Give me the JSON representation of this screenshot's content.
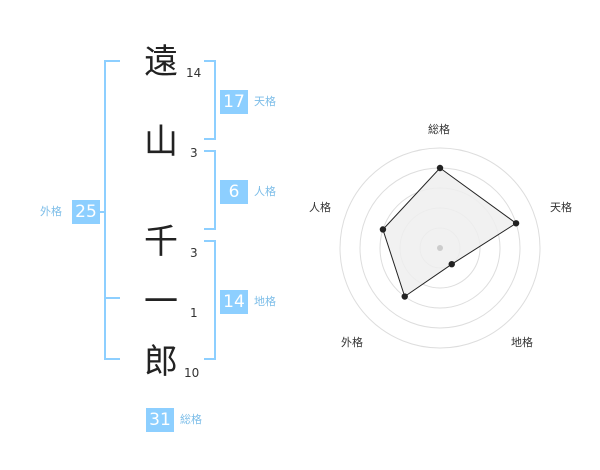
{
  "name": {
    "characters": [
      {
        "char": "遠",
        "strokes": "14"
      },
      {
        "char": "山",
        "strokes": "3"
      },
      {
        "char": "千",
        "strokes": "3"
      },
      {
        "char": "一",
        "strokes": "1"
      },
      {
        "char": "郎",
        "strokes": "10"
      }
    ]
  },
  "kaku": {
    "tenkaku": {
      "value": "17",
      "label": "天格"
    },
    "jinkaku": {
      "value": "6",
      "label": "人格"
    },
    "chikaku": {
      "value": "14",
      "label": "地格"
    },
    "gaikaku": {
      "value": "25",
      "label": "外格"
    },
    "soukaku": {
      "value": "31",
      "label": "総格"
    }
  },
  "chart_data": {
    "type": "radar",
    "axes": [
      "総格",
      "天格",
      "地格",
      "外格",
      "人格"
    ],
    "values": [
      4,
      4,
      1,
      3,
      3
    ],
    "max": 5,
    "rings": 5
  },
  "colors": {
    "accent": "#8dcfff",
    "label": "#7cbde8",
    "radar_fill": "#eeeeee",
    "radar_line": "#222222"
  }
}
